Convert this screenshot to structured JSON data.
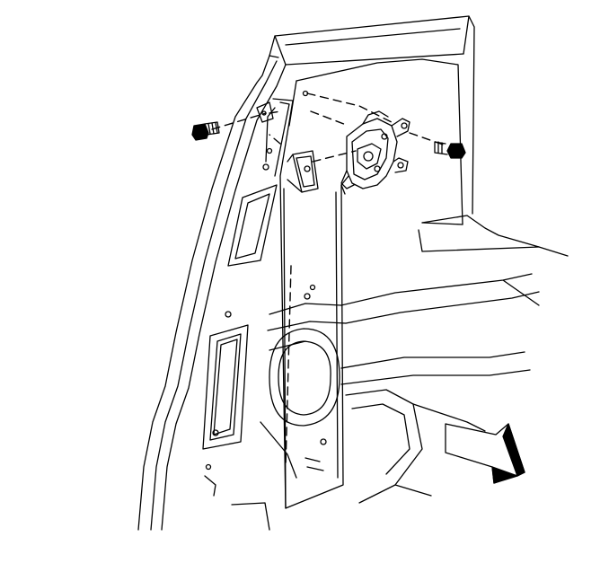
{
  "figure": {
    "type": "service-illustration",
    "direction_indicator": "front-arrow",
    "parts": [
      "door-panel",
      "latch-assembly",
      "rod",
      "upper-bolt",
      "lower-bolt",
      "mounting-bracket"
    ]
  }
}
